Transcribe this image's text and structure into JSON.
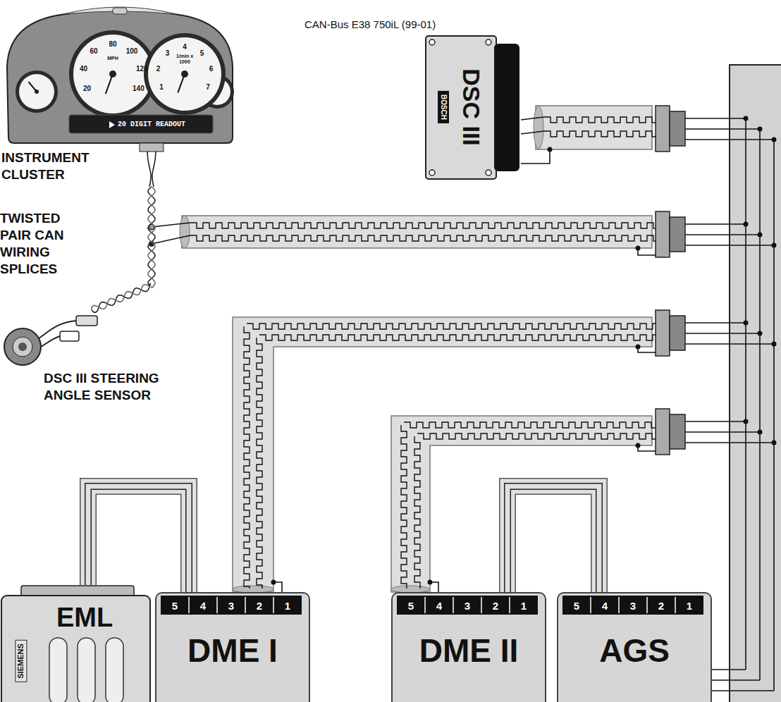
{
  "diagram": {
    "title": "CAN-Bus E38 750iL (99-01)",
    "nodes": [
      {
        "text": [
          "INSTRUMENT CLUSTER"
        ]
      },
      {
        "text": [
          "DSC III",
          "BOSCH"
        ]
      },
      {
        "text": [
          "DSC III STEERING ANGLE SENSOR"
        ]
      },
      {
        "text": [
          "EML",
          "SIEMENS"
        ]
      },
      {
        "text": [
          "DME I"
        ]
      },
      {
        "text": [
          "DME II"
        ]
      },
      {
        "text": [
          "AGS"
        ]
      }
    ],
    "edges": [
      {
        "from": 0,
        "to": 2,
        "arrow": "none"
      },
      {
        "from": 3,
        "to": 4,
        "arrow": "none"
      },
      {
        "from": 5,
        "to": 6,
        "arrow": "none"
      }
    ],
    "labels": [
      "TWISTED PAIR CAN WIRING SPLICES",
      "20 DIGIT READOUT",
      "20",
      "40",
      "60",
      "80",
      "100",
      "120",
      "140",
      "MPH",
      "1",
      "2",
      "3",
      "4",
      "5",
      "6",
      "7",
      "1/min x 1000",
      "5",
      "4",
      "3",
      "2",
      "1",
      "5",
      "4",
      "3",
      "2",
      "1",
      "5",
      "4",
      "3",
      "2",
      "1"
    ]
  }
}
